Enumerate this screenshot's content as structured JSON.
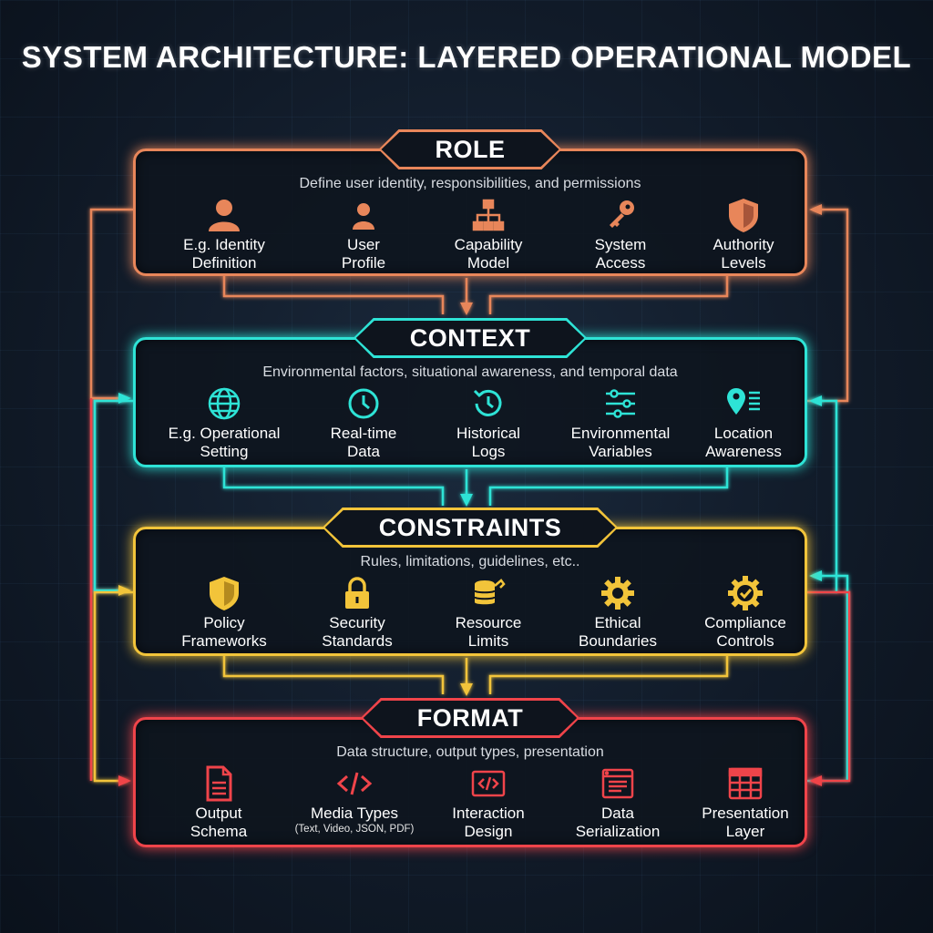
{
  "title": "SYSTEM ARCHITECTURE: LAYERED OPERATIONAL MODEL",
  "colors": {
    "role": "#e8865a",
    "context": "#2ee3d6",
    "constraints": "#f2c43a",
    "format": "#f0444a",
    "background": "#111b29"
  },
  "layers": {
    "role": {
      "name": "ROLE",
      "description": "Define user identity, responsibilities, and permissions",
      "items": [
        {
          "label": "E.g. Identity\nDefinition",
          "icon": "person-icon"
        },
        {
          "label": "User\nProfile",
          "icon": "user-profile-icon"
        },
        {
          "label": "Capability\nModel",
          "icon": "hierarchy-icon"
        },
        {
          "label": "System\nAccess",
          "icon": "key-icon"
        },
        {
          "label": "Authority\nLevels",
          "icon": "shield-icon"
        }
      ]
    },
    "context": {
      "name": "CONTEXT",
      "description": "Environmental factors, situational awareness, and temporal data",
      "items": [
        {
          "label": "E.g. Operational\nSetting",
          "icon": "globe-icon"
        },
        {
          "label": "Real-time\nData",
          "icon": "clock-icon"
        },
        {
          "label": "Historical\nLogs",
          "icon": "history-icon"
        },
        {
          "label": "Environmental\nVariables",
          "icon": "sliders-icon"
        },
        {
          "label": "Location\nAwareness",
          "icon": "location-pin-icon"
        }
      ]
    },
    "constraints": {
      "name": "CONSTRAINTS",
      "description": "Rules, limitations, guidelines, etc..",
      "items": [
        {
          "label": "Policy\nFrameworks",
          "icon": "shield-icon"
        },
        {
          "label": "Security\nStandards",
          "icon": "padlock-icon"
        },
        {
          "label": "Resource\nLimits",
          "icon": "database-icon"
        },
        {
          "label": "Ethical\nBoundaries",
          "icon": "gear-icon"
        },
        {
          "label": "Compliance\nControls",
          "icon": "gear-check-icon"
        }
      ]
    },
    "format": {
      "name": "FORMAT",
      "description": "Data structure, output types, presentation",
      "items": [
        {
          "label": "Output\nSchema",
          "icon": "document-icon"
        },
        {
          "label": "Media Types",
          "sublabel": "(Text, Video, JSON, PDF)",
          "icon": "code-icon"
        },
        {
          "label": "Interaction\nDesign",
          "icon": "code-window-icon"
        },
        {
          "label": "Data\nSerialization",
          "icon": "browser-list-icon"
        },
        {
          "label": "Presentation\nLayer",
          "icon": "table-icon"
        }
      ]
    }
  }
}
